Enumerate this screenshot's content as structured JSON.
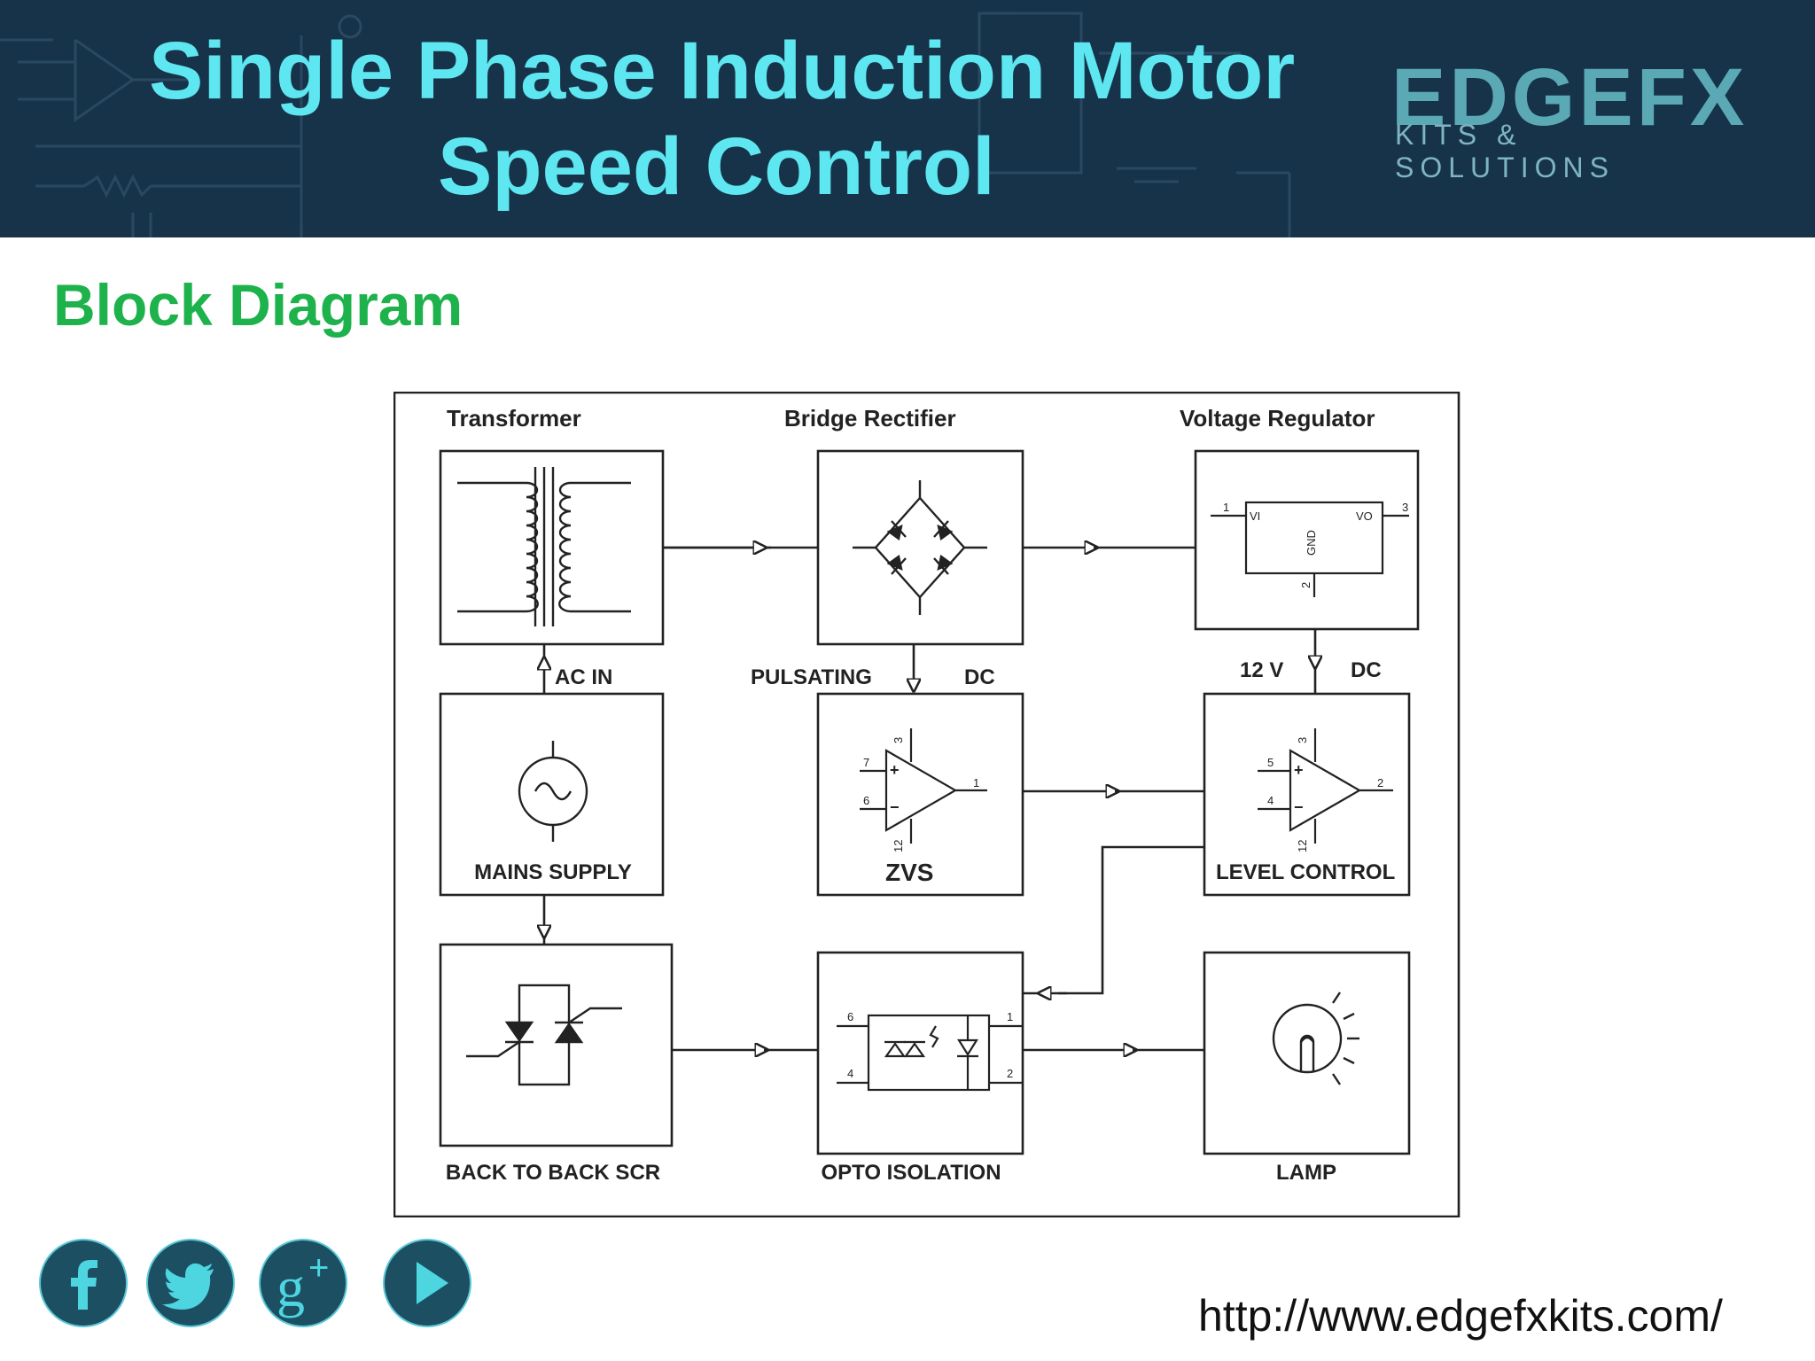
{
  "header": {
    "title_line1": "Single Phase Induction Motor",
    "title_line2": "Speed Control",
    "logo_word": "EDGEFX",
    "logo_sub": "KITS & SOLUTIONS"
  },
  "section": {
    "title": "Block Diagram"
  },
  "diagram": {
    "col_labels": {
      "transformer": "Transformer",
      "bridge": "Bridge Rectifier",
      "regulator": "Voltage Regulator"
    },
    "blocks": {
      "mains": "MAINS SUPPLY",
      "zvs": "ZVS",
      "level": "LEVEL CONTROL",
      "scr": "BACK TO BACK SCR",
      "opto": "OPTO ISOLATION",
      "lamp": "LAMP"
    },
    "signals": {
      "ac_in": "AC IN",
      "pulsating": "PULSATING",
      "dc1": "DC",
      "v12": "12 V",
      "dc2": "DC"
    },
    "regulator_pins": {
      "vi": "VI",
      "vo": "VO",
      "gnd": "GND",
      "p1": "1",
      "p2": "2",
      "p3": "3"
    },
    "zvs_pins": {
      "p3": "3",
      "p7": "7",
      "p6": "6",
      "p1": "1",
      "p12": "12",
      "plus": "+",
      "minus": "−"
    },
    "level_pins": {
      "p3": "3",
      "p5": "5",
      "p4": "4",
      "p2": "2",
      "p12": "12",
      "plus": "+",
      "minus": "−"
    },
    "opto_pins": {
      "p6": "6",
      "p4": "4",
      "p1": "1",
      "p2": "2"
    }
  },
  "footer": {
    "url": "http://www.edgefxkits.com/",
    "social_icons": [
      "facebook-icon",
      "twitter-icon",
      "google-plus-icon",
      "youtube-play-icon"
    ]
  },
  "colors": {
    "header_bg": "#16334a",
    "title": "#5ee7f0",
    "section_title": "#1db24c",
    "social": "#1d4f63"
  }
}
